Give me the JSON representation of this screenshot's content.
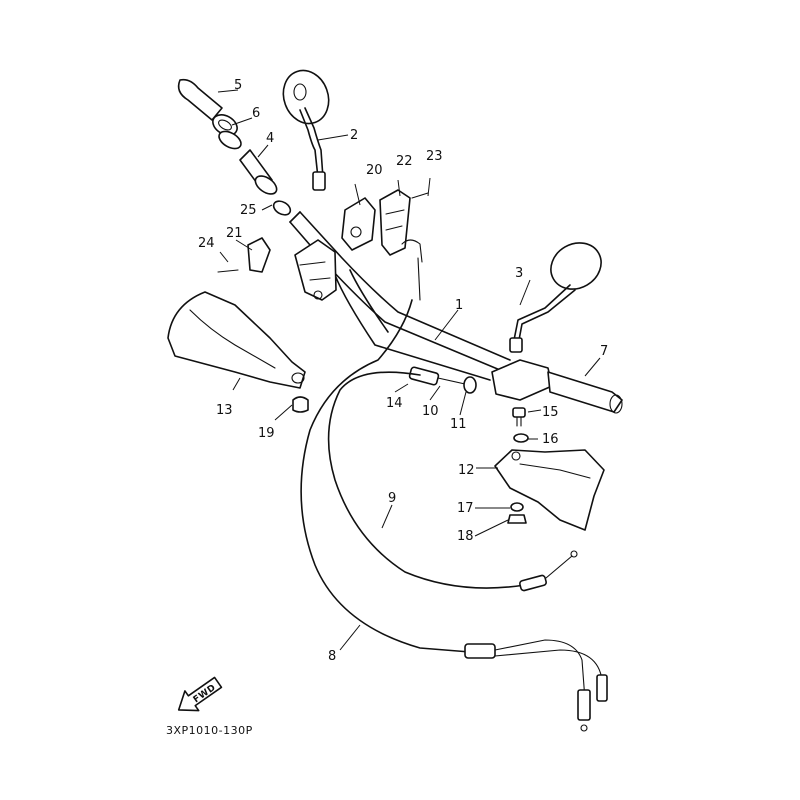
{
  "diagram": {
    "part_code": "3XP1010-130P",
    "fwd_label": "FWD",
    "callouts": [
      {
        "id": "p1",
        "label": "1"
      },
      {
        "id": "p2",
        "label": "2"
      },
      {
        "id": "p3",
        "label": "3"
      },
      {
        "id": "p4",
        "label": "4"
      },
      {
        "id": "p5",
        "label": "5"
      },
      {
        "id": "p6",
        "label": "6"
      },
      {
        "id": "p7",
        "label": "7"
      },
      {
        "id": "p8",
        "label": "8"
      },
      {
        "id": "p9",
        "label": "9"
      },
      {
        "id": "p10",
        "label": "10"
      },
      {
        "id": "p11",
        "label": "11"
      },
      {
        "id": "p12",
        "label": "12"
      },
      {
        "id": "p13",
        "label": "13"
      },
      {
        "id": "p14",
        "label": "14"
      },
      {
        "id": "p15",
        "label": "15"
      },
      {
        "id": "p16",
        "label": "16"
      },
      {
        "id": "p17",
        "label": "17"
      },
      {
        "id": "p18",
        "label": "18"
      },
      {
        "id": "p19",
        "label": "19"
      },
      {
        "id": "p20",
        "label": "20"
      },
      {
        "id": "p21",
        "label": "21"
      },
      {
        "id": "p22",
        "label": "22"
      },
      {
        "id": "p23",
        "label": "23"
      },
      {
        "id": "p24",
        "label": "24"
      },
      {
        "id": "p25",
        "label": "25"
      }
    ]
  }
}
